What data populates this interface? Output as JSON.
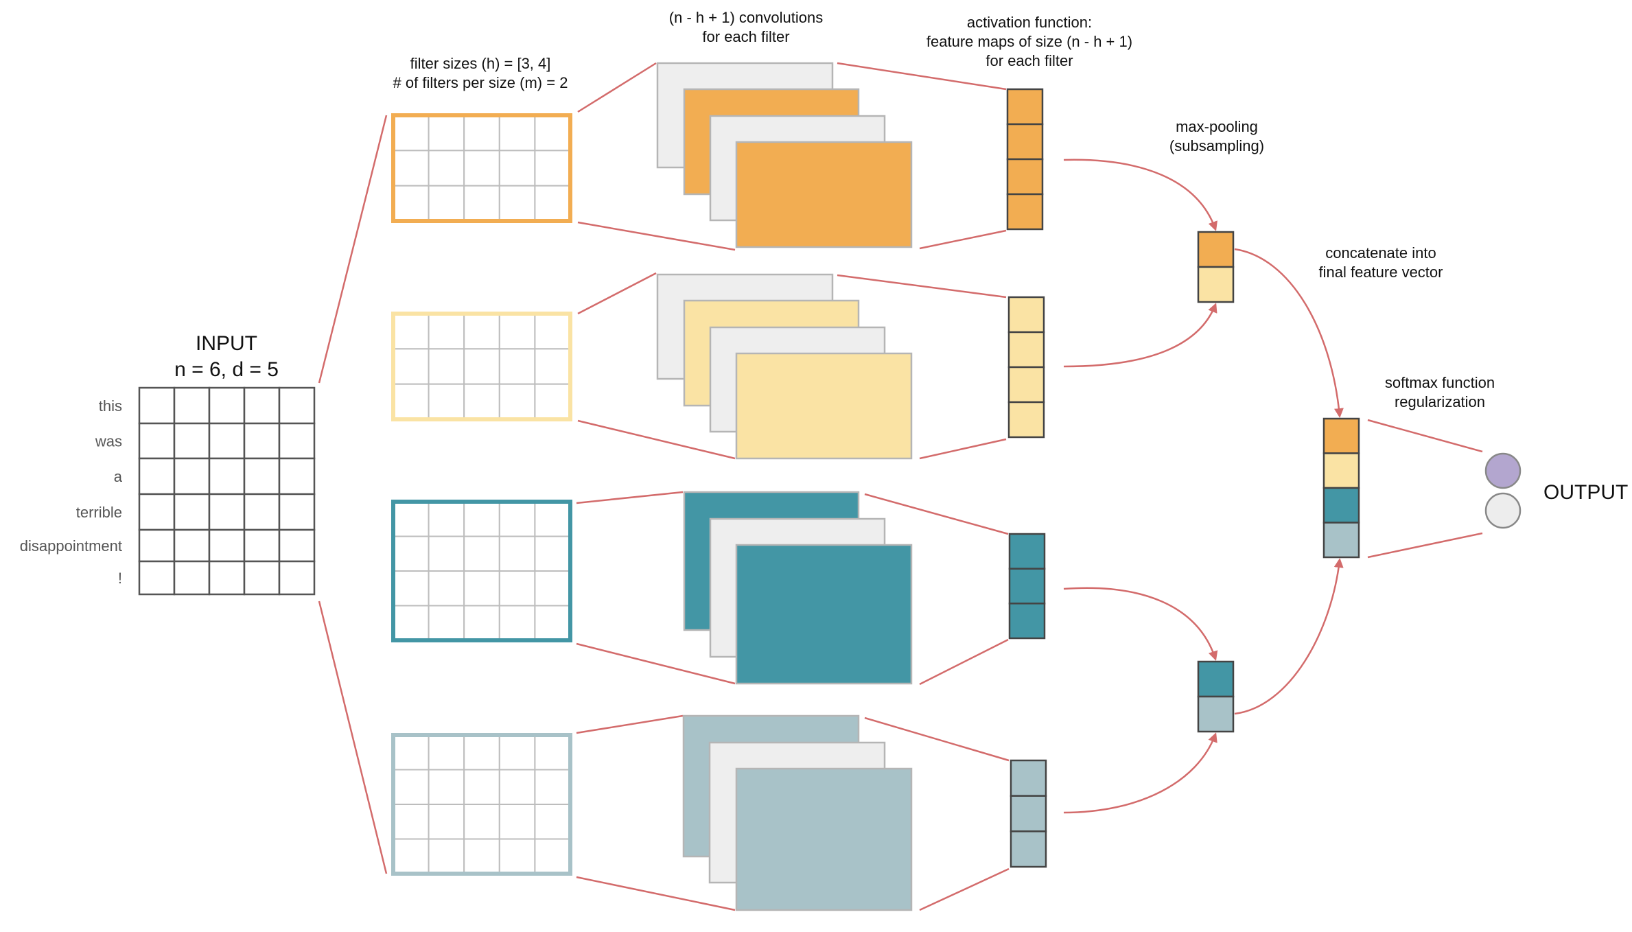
{
  "colors": {
    "orange": "#f2ad52",
    "yellow": "#fae3a4",
    "teal": "#4396a5",
    "bluegray": "#a8c2c8",
    "gray": "#eeeeee",
    "line": "#d36b6b",
    "cellBorder": "#bdbdbd",
    "outputTop": "#b3a6cf",
    "outputBottom": "#ededed"
  },
  "input": {
    "title": "INPUT",
    "subtitle": "n = 6, d = 5",
    "words": [
      "this",
      "was",
      "a",
      "terrible",
      "disappointment",
      "!"
    ]
  },
  "labels": {
    "filters": [
      "filter sizes (h) = [3, 4]",
      "# of filters per size (m) = 2"
    ],
    "convolutions": [
      "(n - h + 1) convolutions",
      "for each filter"
    ],
    "activation": [
      "activation function:",
      "feature maps of size (n - h + 1)",
      "for each filter"
    ],
    "maxpool": [
      "max-pooling",
      "(subsampling)"
    ],
    "concat": [
      "concatenate into",
      "final feature vector"
    ],
    "softmax": [
      "softmax function",
      "regularization"
    ],
    "output": "OUTPUT"
  }
}
